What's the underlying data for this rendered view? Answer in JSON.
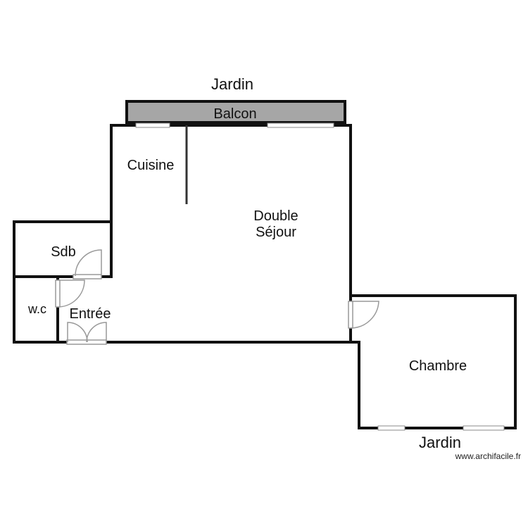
{
  "labels": {
    "garden_top": "Jardin",
    "garden_bottom": "Jardin",
    "balcony": "Balcon",
    "kitchen": "Cuisine",
    "living_line1": "Double",
    "living_line2": "Séjour",
    "bathroom": "Sdb",
    "wc": "w.c",
    "entrance": "Entrée",
    "bedroom": "Chambre"
  },
  "watermark": "www.archifacile.fr",
  "colors": {
    "wall": "#111111",
    "balcony_fill": "#a6a6a6",
    "door": "#999999",
    "window": "#ffffff",
    "background": "#ffffff"
  }
}
